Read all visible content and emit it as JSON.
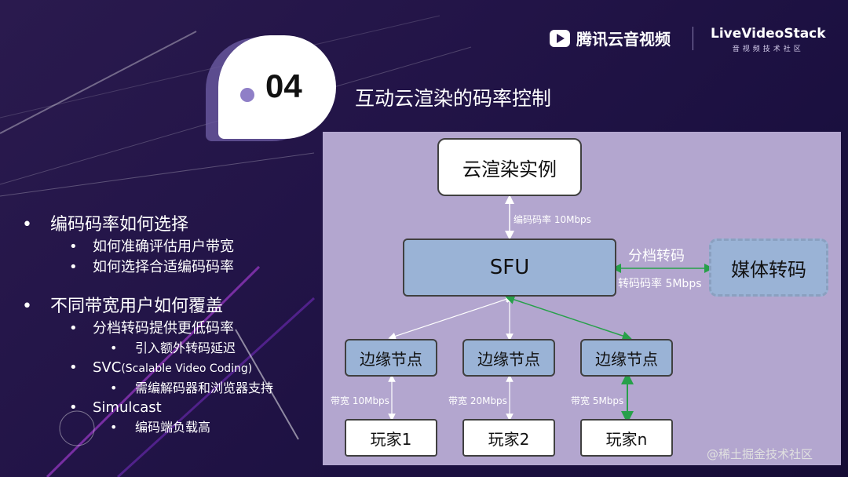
{
  "header": {
    "tencent_logo": "腾讯云音视频",
    "lvs_logo": "LiveVideoStack",
    "lvs_sub": "音视频技术社区"
  },
  "section": {
    "number": "04",
    "title": "互动云渲染的码率控制"
  },
  "bullets": [
    {
      "text": "编码码率如何选择",
      "subs": [
        {
          "text": "如何准确评估用户带宽"
        },
        {
          "text": "如何选择合适编码码率"
        }
      ]
    },
    {
      "text": "不同带宽用户如何覆盖",
      "subs": [
        {
          "text": "分档转码提供更低码率",
          "subs": [
            "引入额外转码延迟"
          ]
        },
        {
          "text": "SVC",
          "small": "(Scalable Video Coding)",
          "subs": [
            "需编解码器和浏览器支持"
          ]
        },
        {
          "text": "Simulcast",
          "subs": [
            "编码端负载高"
          ]
        }
      ]
    }
  ],
  "diagram": {
    "cloud": "云渲染实例",
    "sfu": "SFU",
    "media": "媒体转码",
    "edge1": "边缘节点",
    "edge2": "边缘节点",
    "edge3": "边缘节点",
    "player1": "玩家1",
    "player2": "玩家2",
    "playern": "玩家n",
    "lbl_cloud": "编码码率 10Mbps",
    "lbl_tier": "分档转码",
    "lbl_trans": "转码码率 5Mbps",
    "lbl_bw1": "带宽 10Mbps",
    "lbl_bw2": "带宽 20Mbps",
    "lbl_bw3": "带宽 5Mbps",
    "green": "#27a04a"
  },
  "watermark": "@稀土掘金技术社区"
}
